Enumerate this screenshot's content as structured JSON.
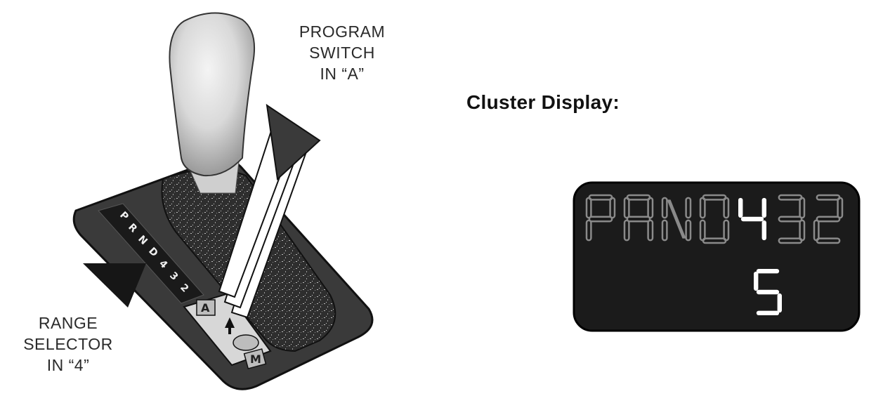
{
  "program_switch_label": [
    "PROGRAM",
    "SWITCH",
    "IN “A”"
  ],
  "range_selector_label": [
    "RANGE",
    "SELECTOR",
    "IN “4”"
  ],
  "cluster_title": "Cluster Display:",
  "gate_positions": [
    "P",
    "R",
    "N",
    "D",
    "4",
    "3",
    "2"
  ],
  "program_buttons": {
    "auto": "A",
    "manual": "M"
  },
  "cluster_gears": [
    "P",
    "R",
    "N",
    "D",
    "4",
    "3",
    "2"
  ],
  "cluster_active_gear": "4",
  "cluster_mode": "S",
  "colors": {
    "display_bg": "#1b1b1b",
    "segment_dim": "#8a8a8a",
    "segment_lit": "#ffffff",
    "console": "#3a3a3a",
    "boot": "#2c2c2c"
  }
}
